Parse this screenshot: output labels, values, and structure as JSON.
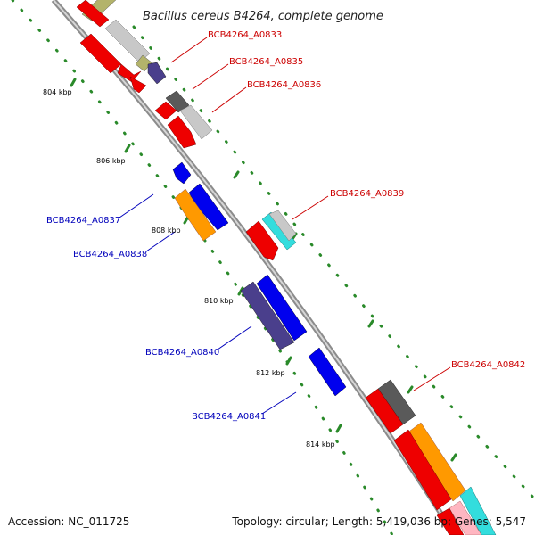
{
  "title": "Bacillus cereus B4264, complete genome",
  "footer": {
    "accession": "Accession: NC_011725",
    "summary": "Topology: circular; Length: 5,419,036 bp; Genes: 5,547"
  },
  "ticks": [
    "804 kbp",
    "806 kbp",
    "808 kbp",
    "810 kbp",
    "812 kbp",
    "814 kbp"
  ],
  "labels": [
    {
      "id": "a0833",
      "text": "BCB4264_A0833",
      "strand": "forward"
    },
    {
      "id": "a0835",
      "text": "BCB4264_A0835",
      "strand": "forward"
    },
    {
      "id": "a0836",
      "text": "BCB4264_A0836",
      "strand": "forward"
    },
    {
      "id": "a0837",
      "text": "BCB4264_A0837",
      "strand": "reverse"
    },
    {
      "id": "a0838",
      "text": "BCB4264_A0838",
      "strand": "reverse"
    },
    {
      "id": "a0839",
      "text": "BCB4264_A0839",
      "strand": "forward"
    },
    {
      "id": "a0840",
      "text": "BCB4264_A0840",
      "strand": "reverse"
    },
    {
      "id": "a0841",
      "text": "BCB4264_A0841",
      "strand": "reverse"
    },
    {
      "id": "a0842",
      "text": "BCB4264_A0842",
      "strand": "forward"
    }
  ],
  "colors": {
    "forward_label": "#cc0000",
    "reverse_label": "#0000bb",
    "backbone": "#8c8c8c",
    "tick_mark": "#2a8a2a",
    "cds_red": "#ee0000",
    "cds_blue": "#0000ee",
    "cds_orange": "#ff9900",
    "cds_gray": "#c8c8c8",
    "cds_darkgray": "#5a5a5a",
    "cds_olive": "#b3b36b",
    "cds_navy": "#4a3f8c",
    "cds_cyan": "#33dddd",
    "cds_pink": "#ffb6c1"
  }
}
